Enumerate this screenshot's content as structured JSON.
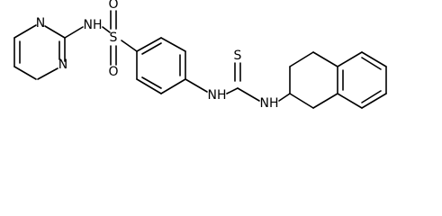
{
  "structure": {
    "atom_labels": {
      "pyrimidine_n_top": "N",
      "pyrimidine_n_bottom": "N",
      "sulfonamide_nh": "NH",
      "sulfur": "S",
      "sulfonyl_o_top": "O",
      "sulfonyl_o_bottom": "O",
      "thiourea_s": "S",
      "thiourea_nh_left": "NH",
      "thiourea_nh_right": "NH"
    },
    "colors": {
      "ink": "#000000",
      "background": "#ffffff"
    }
  }
}
